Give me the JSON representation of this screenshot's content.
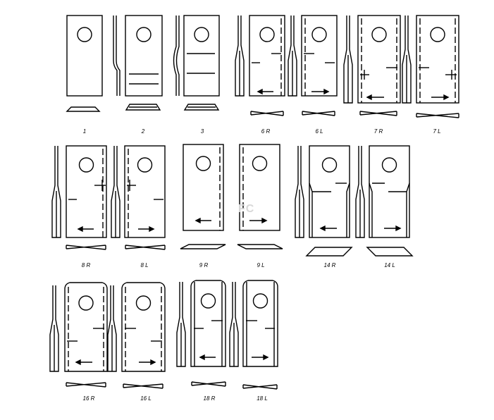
{
  "watermark": "FC",
  "blades": [
    {
      "id": "b1",
      "label": "1"
    },
    {
      "id": "b2",
      "label": "2"
    },
    {
      "id": "b3",
      "label": "3"
    },
    {
      "id": "b6r",
      "label": "6 R"
    },
    {
      "id": "b6l",
      "label": "6 L"
    },
    {
      "id": "b7r",
      "label": "7 R"
    },
    {
      "id": "b7l",
      "label": "7 L"
    },
    {
      "id": "b8r",
      "label": "8 R"
    },
    {
      "id": "b8l",
      "label": "8 L"
    },
    {
      "id": "b9r",
      "label": "9 R"
    },
    {
      "id": "b9l",
      "label": "9 L"
    },
    {
      "id": "b14r",
      "label": "14 R"
    },
    {
      "id": "b14l",
      "label": "14 L"
    },
    {
      "id": "b16r",
      "label": "16 R"
    },
    {
      "id": "b16l",
      "label": "16 L"
    },
    {
      "id": "b18r",
      "label": "18 R"
    },
    {
      "id": "b18l",
      "label": "18 L"
    }
  ]
}
